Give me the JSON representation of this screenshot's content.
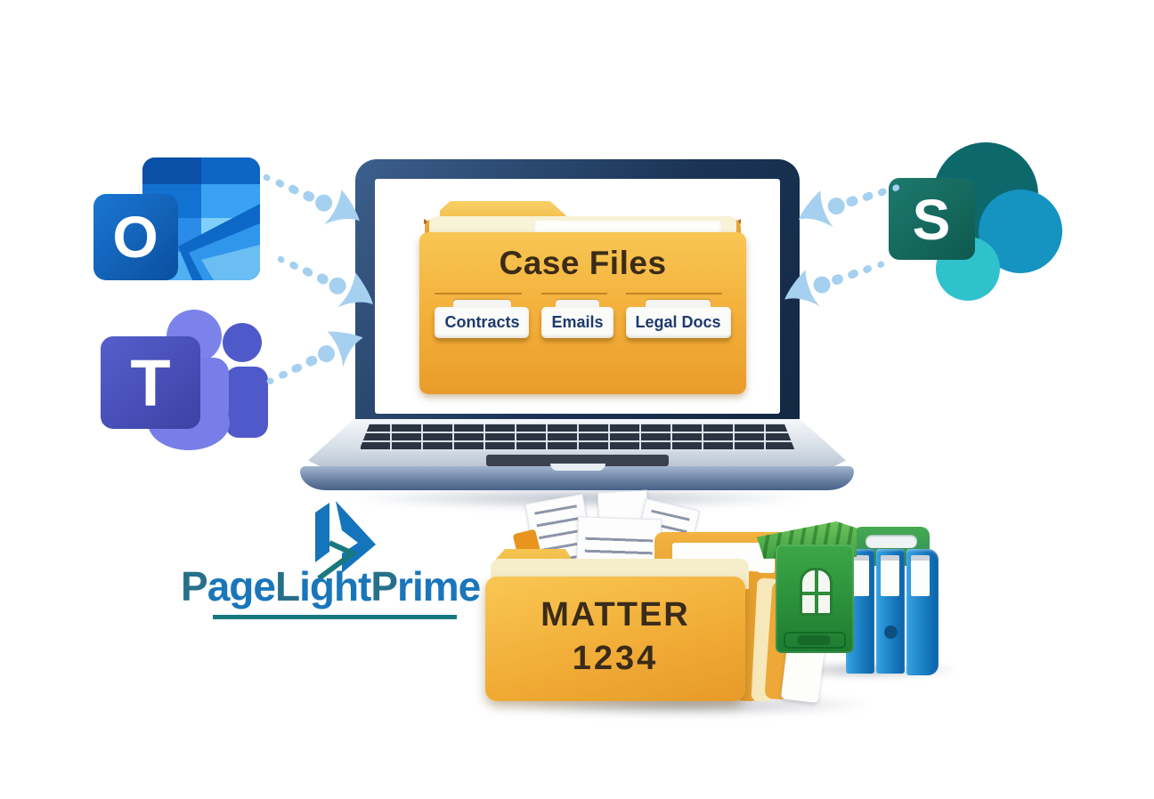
{
  "illustration": {
    "description": "Legal matter document management integration diagram",
    "background_color": "#ffffff"
  },
  "apps": {
    "outlook": {
      "name": "Microsoft Outlook",
      "letter": "O",
      "brand_color": "#0f6cbd"
    },
    "teams": {
      "name": "Microsoft Teams",
      "letter": "T",
      "brand_color": "#4b53bc"
    },
    "sharepoint": {
      "name": "Microsoft SharePoint",
      "letter": "S",
      "brand_color": "#146c62"
    }
  },
  "laptop": {
    "screen_folder": {
      "title": "Case Files",
      "title_color": "#3b2b18",
      "folder_color": "#f2ae35",
      "tabs": [
        {
          "label": "Contracts"
        },
        {
          "label": "Emails"
        },
        {
          "label": "Legal Docs"
        }
      ],
      "tab_text_color": "#1e3a6e"
    }
  },
  "matter_folder": {
    "line1": "MATTER",
    "line2": "1234",
    "text_color": "#3a2b1a",
    "folder_color": "#f3b342"
  },
  "logo": {
    "brand": "PageLightPrime",
    "segments": [
      {
        "text": "P",
        "color": "#27708a"
      },
      {
        "text": "age",
        "color": "#1a76bb"
      },
      {
        "text": "L",
        "color": "#27708a"
      },
      {
        "text": "ight",
        "color": "#1a76bb"
      },
      {
        "text": "P",
        "color": "#27708a"
      },
      {
        "text": "rime",
        "color": "#1a76bb"
      }
    ],
    "underline_color": "#17787e"
  },
  "arrows": {
    "color": "#a6d0ef",
    "left_count": 3,
    "right_count": 2
  }
}
